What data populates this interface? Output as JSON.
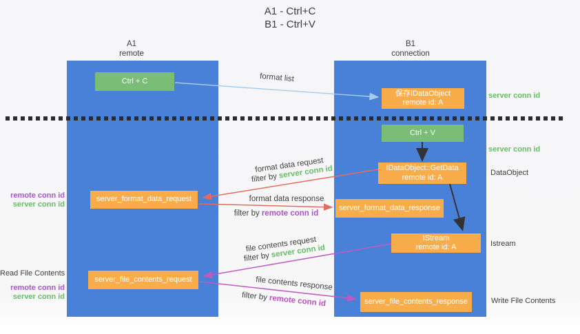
{
  "title": {
    "line1": "A1 - Ctrl+C",
    "line2": "B1 - Ctrl+V"
  },
  "lanes": {
    "left": {
      "title": "A1",
      "subtitle": "remote"
    },
    "right": {
      "title": "B1",
      "subtitle": "connection"
    }
  },
  "nodes": {
    "ctrl_c": "Ctrl + C",
    "save_idataobject_line1": "保存IDataObject",
    "save_idataobject_line2": "remote id: A",
    "ctrl_v": "Ctrl + V",
    "getdata_line1": "IDataObject::GetData",
    "getdata_line2": "remote id: A",
    "server_format_data_request": "server_format_data_request",
    "server_format_data_response": "server_format_data_response",
    "istream_line1": "IStream",
    "istream_line2": "remote id: A",
    "server_file_contents_request": "server_file_contents_request",
    "server_file_contents_response": "server_file_contents_response"
  },
  "edge_labels": {
    "format_list": "format list",
    "format_data_request": "format data request",
    "format_data_response": "format data response",
    "file_contents_request": "file contents request",
    "file_contents_response": "file contents response",
    "filter_by": "filter by",
    "server_conn_id": "server conn id",
    "remote_conn_id": "remote conn id"
  },
  "annotations": {
    "right_server_conn_id_top": "server conn id",
    "right_server_conn_id_mid": "server conn id",
    "dataobject": "DataObject",
    "istream": "Istream",
    "write_file_contents": "Write File Contents",
    "read_file_contents": "Read File Contents",
    "left_remote_conn_id_top": "remote conn id",
    "left_server_conn_id_top": "server conn id",
    "left_remote_conn_id_bottom": "remote conn id",
    "left_server_conn_id_bottom": "server conn id"
  },
  "colors": {
    "lane_blue": "#4a81d8",
    "box_green": "#79bd77",
    "box_orange": "#f9ad4a",
    "text_green": "#67bd67",
    "text_purple": "#a855cc",
    "arrow_red": "#e76a5f",
    "arrow_magenta": "#c159c1",
    "arrow_light_blue": "#a5cdec",
    "arrow_black": "#333333"
  }
}
